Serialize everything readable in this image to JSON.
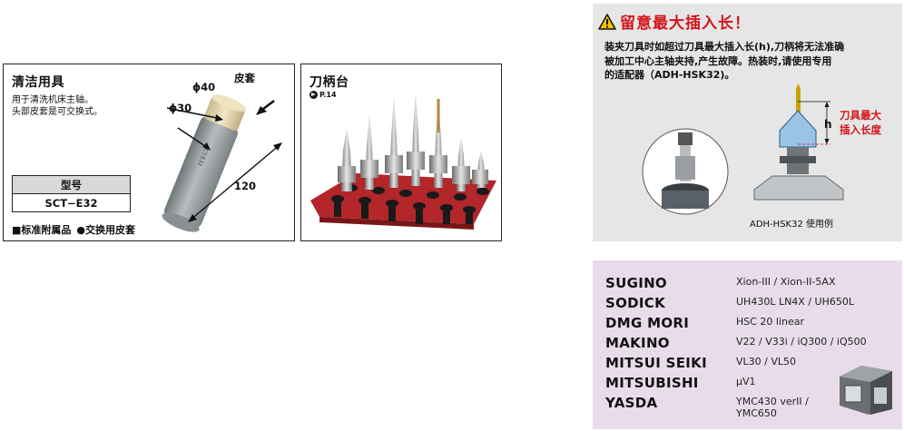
{
  "cleaning_tool": {
    "title": "清洁用具",
    "desc_line1": "用于清洗机床主轴。",
    "desc_line2": "头部皮套是可交换式。",
    "dim_d40": "ϕ40",
    "dim_d30": "ϕ30",
    "dim_length": "120",
    "label_cover": "皮套",
    "table": {
      "header": "型号",
      "value": "SCT−E32"
    },
    "legend_standard": "■标准附属品",
    "legend_replacement": "●交换用皮套"
  },
  "tool_holder_stand": {
    "title": "刀柄台",
    "page_ref": "P.14",
    "page_ref_icon": "arrow-circle-right-icon"
  },
  "warning": {
    "icon": "warning-triangle-icon",
    "title": "留意最大插入长！",
    "body_line1": "装夹刀具时如超过刀具最大插入长(h),刀柄将无法准确",
    "body_line2": "被加工中心主轴夹持,产生故障。热装时,请使用专用",
    "body_line3": "的适配器（ADH-HSK32)。",
    "dim_h": "h",
    "red_label_line1": "刀具最大",
    "red_label_line2": "插入长度",
    "caption": "ADH-HSK32 使用例",
    "accent_color": "#d4141c"
  },
  "machines": {
    "background_color": "#e8dcea",
    "rows": [
      {
        "maker": "SUGINO",
        "model": "Xion-III / Xion-II-5AX"
      },
      {
        "maker": "SODICK",
        "model": "UH430L LN4X / UH650L"
      },
      {
        "maker": "DMG MORI",
        "model": "HSC 20 linear"
      },
      {
        "maker": "MAKINO",
        "model": "V22 / V33i / iQ300 / iQ500"
      },
      {
        "maker": "MITSUI SEIKI",
        "model": "VL30 / VL50"
      },
      {
        "maker": "MITSUBISHI",
        "model": "μV1"
      },
      {
        "maker": "YASDA",
        "model_line1": "YMC430 verII /",
        "model_line2": "YMC650"
      }
    ]
  }
}
